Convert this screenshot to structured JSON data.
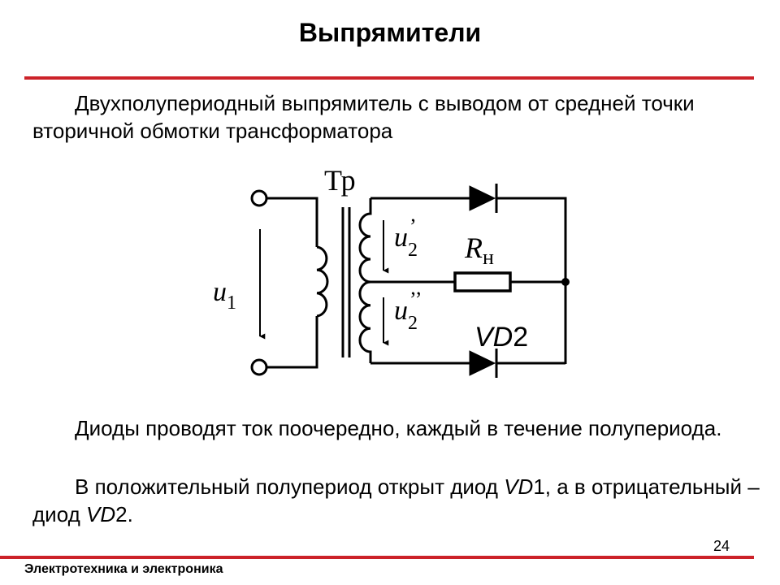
{
  "slide": {
    "title": "Выпрямители",
    "paragraph1": "Двухполупериодный выпрямитель с выводом от средней точки вторичной обмотки трансформатора",
    "paragraph2": "Диоды проводят ток поочередно, каждый в течение полупериода.",
    "paragraph3": {
      "part1": "В положительный полупериод открыт диод ",
      "vd1": "VD",
      "vd1_num": "1",
      "part2": ", а в отрицательный – диод ",
      "vd2": "VD",
      "vd2_num": "2",
      "part3": "."
    },
    "page_number": "24",
    "footer": "Электротехника и электроника"
  },
  "diagram": {
    "transformer_label": "Тр",
    "u1_symbol": "u",
    "u1_sub": "1",
    "u2a_symbol": "u",
    "u2a_sub": "2",
    "u2a_prime": "’",
    "u2b_symbol": "u",
    "u2b_sub": "2",
    "u2b_prime": "’’",
    "resistor_symbol": "R",
    "resistor_sub": "н",
    "diode_label_symbol": "VD",
    "diode_label_num": "2"
  },
  "colors": {
    "accent": "#cc2229",
    "text": "#000000"
  }
}
